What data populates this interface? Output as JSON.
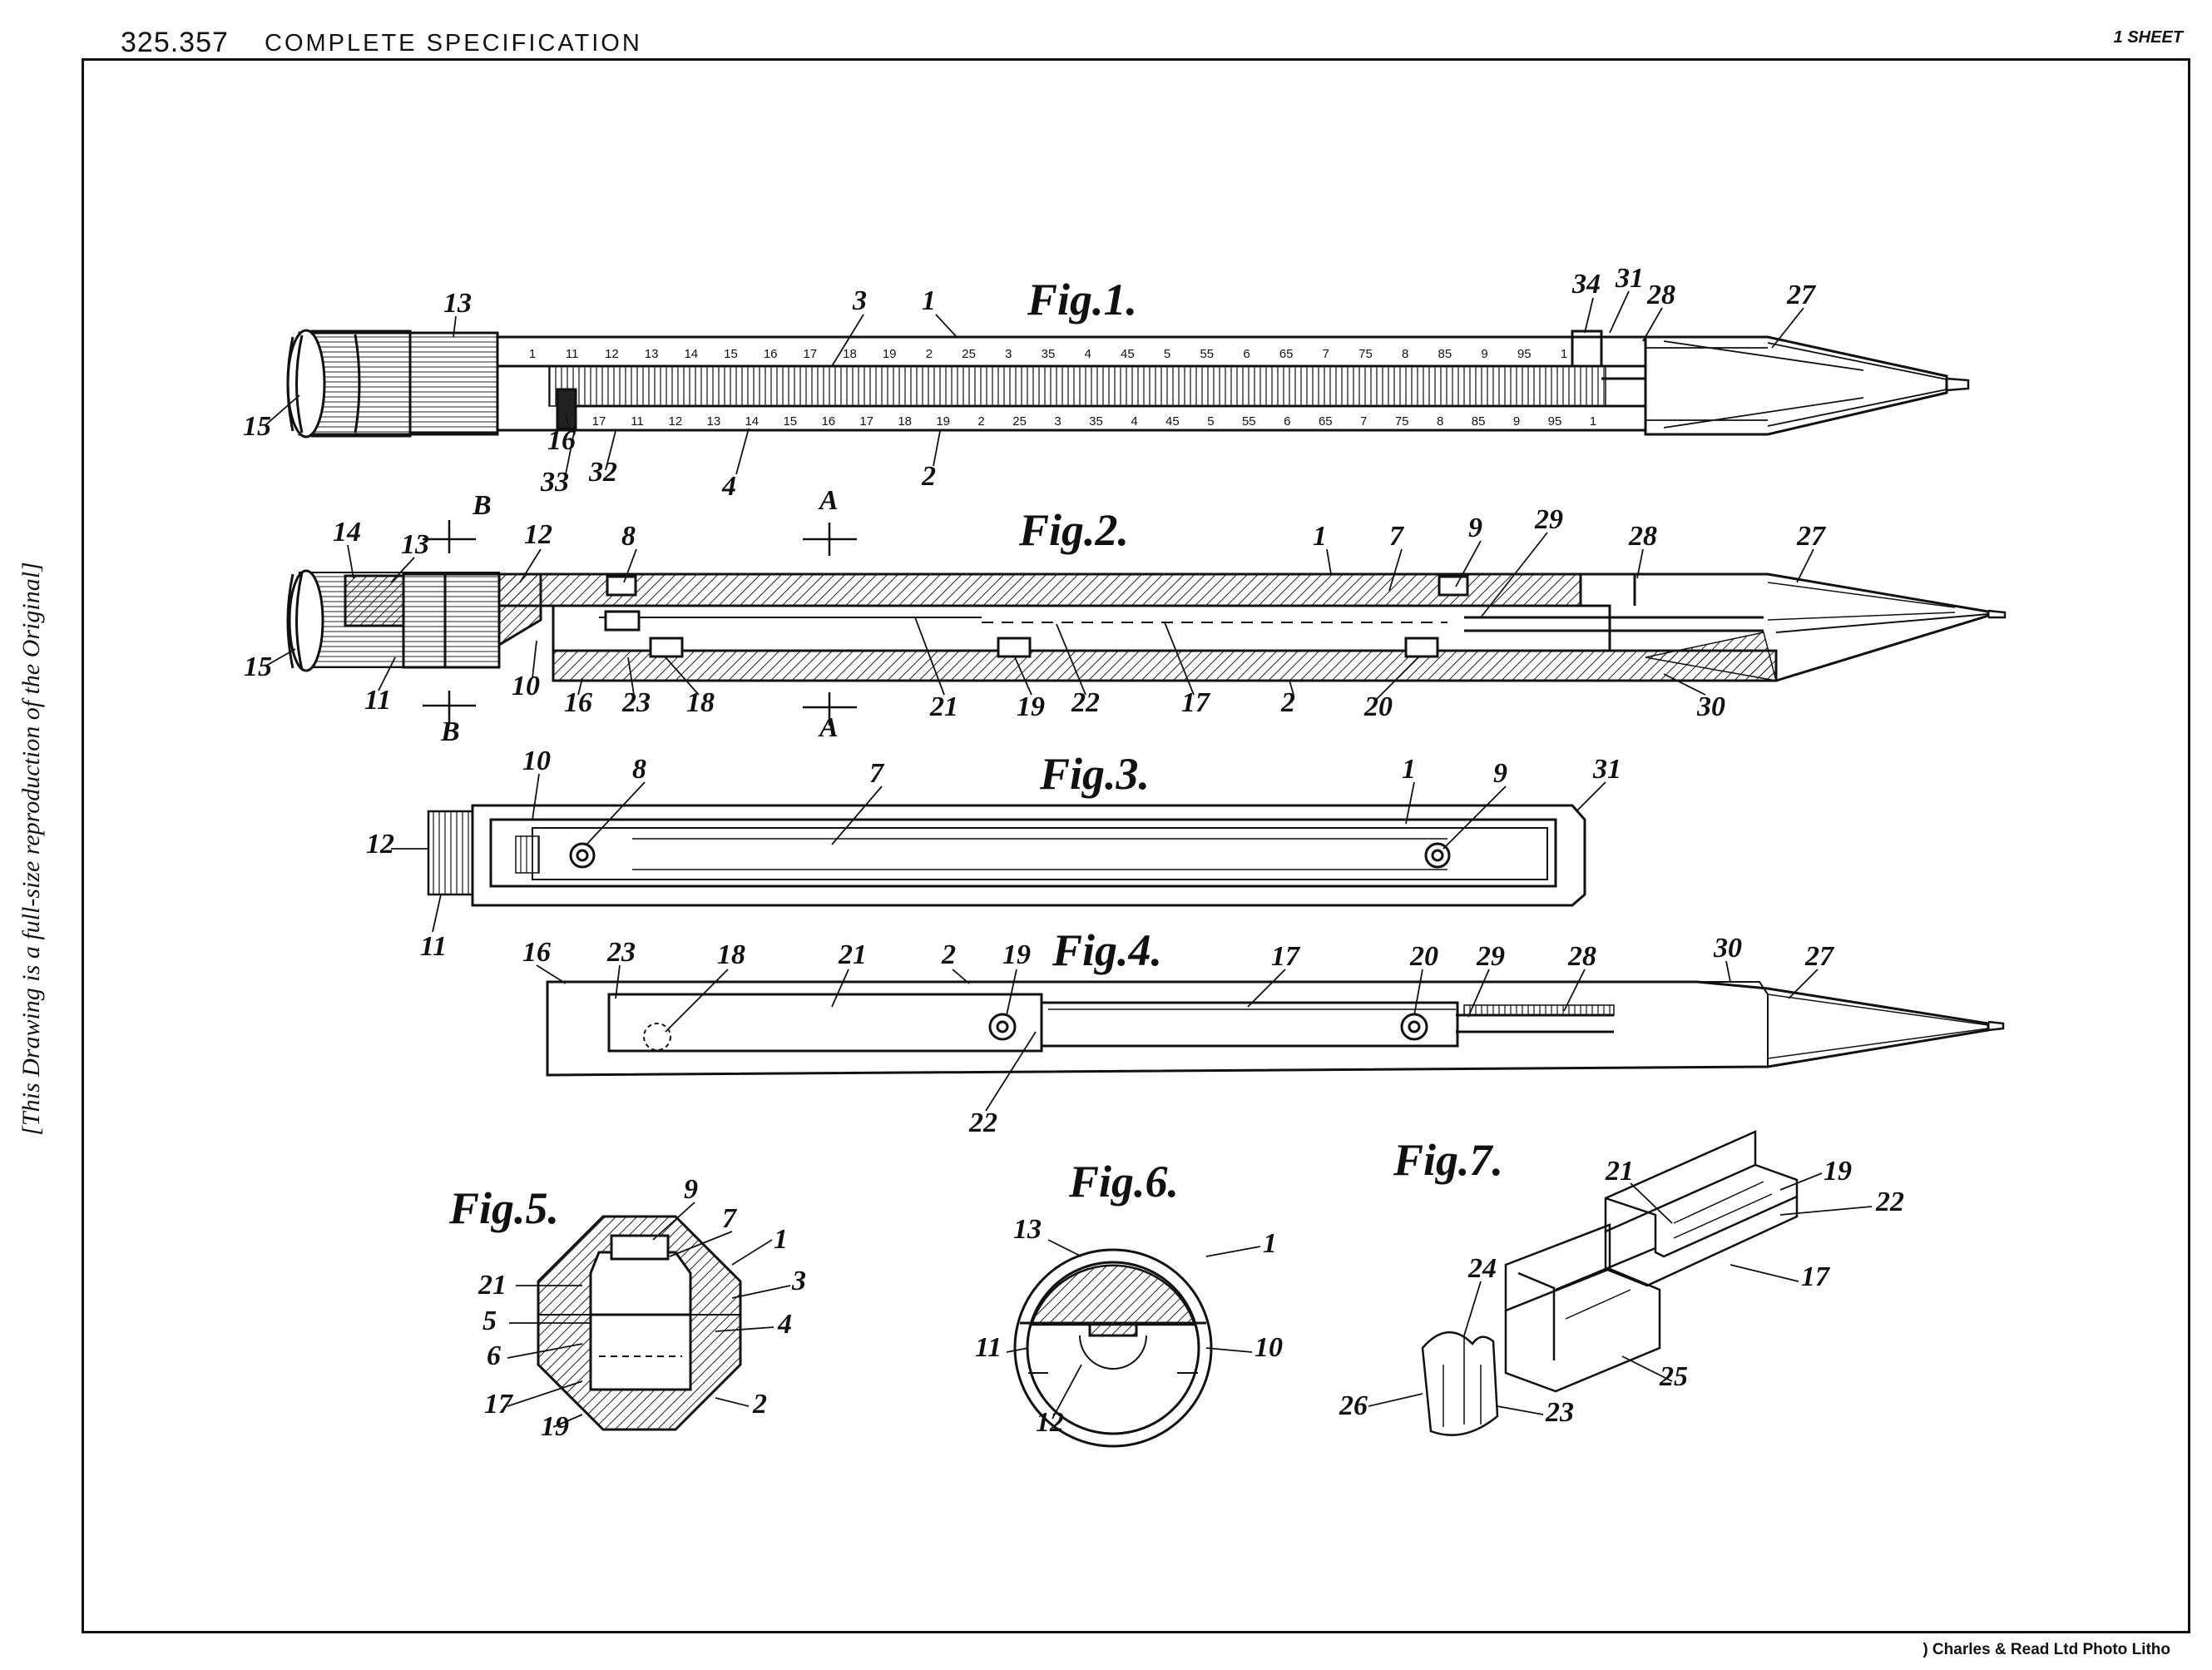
{
  "header": {
    "patent_number": "325.357",
    "title": "COMPLETE SPECIFICATION",
    "sheet": "1 SHEET"
  },
  "side_note": "[This Drawing is a full-size reproduction of the Original]",
  "footer": ") Charles & Read Ltd  Photo Litho",
  "figures": {
    "fig1": "Fig.1.",
    "fig2": "Fig.2.",
    "fig3": "Fig.3.",
    "fig4": "Fig.4.",
    "fig5": "Fig.5.",
    "fig6": "Fig.6.",
    "fig7": "Fig.7."
  },
  "scale_upper": [
    "1",
    "11",
    "12",
    "13",
    "14",
    "15",
    "16",
    "17",
    "18",
    "19",
    "2",
    "25",
    "3",
    "35",
    "4",
    "45",
    "5",
    "55",
    "6",
    "65",
    "7",
    "75",
    "8",
    "85",
    "9",
    "95",
    "1"
  ],
  "scale_lower": [
    "17",
    "11",
    "12",
    "13",
    "14",
    "15",
    "16",
    "17",
    "18",
    "19",
    "2",
    "25",
    "3",
    "35",
    "4",
    "45",
    "5",
    "55",
    "6",
    "65",
    "7",
    "75",
    "8",
    "85",
    "9",
    "95",
    "1"
  ],
  "labels": {
    "fig1": [
      "13",
      "15",
      "3",
      "1",
      "34",
      "31",
      "28",
      "27",
      "16",
      "33",
      "32",
      "4",
      "2"
    ],
    "fig2": [
      "14",
      "13",
      "B",
      "12",
      "8",
      "A",
      "1",
      "7",
      "9",
      "29",
      "28",
      "27",
      "15",
      "11",
      "B",
      "10",
      "16",
      "23",
      "18",
      "A",
      "21",
      "19",
      "22",
      "17",
      "2",
      "20",
      "30"
    ],
    "fig3": [
      "10",
      "8",
      "7",
      "1",
      "9",
      "31",
      "12",
      "11"
    ],
    "fig4": [
      "16",
      "23",
      "18",
      "21",
      "2",
      "19",
      "17",
      "20",
      "29",
      "28",
      "30",
      "27",
      "22"
    ],
    "fig5": [
      "9",
      "7",
      "1",
      "21",
      "3",
      "5",
      "4",
      "6",
      "17",
      "2",
      "19"
    ],
    "fig6": [
      "13",
      "1",
      "11",
      "10",
      "12"
    ],
    "fig7": [
      "21",
      "19",
      "22",
      "24",
      "17",
      "26",
      "25",
      "23"
    ]
  }
}
